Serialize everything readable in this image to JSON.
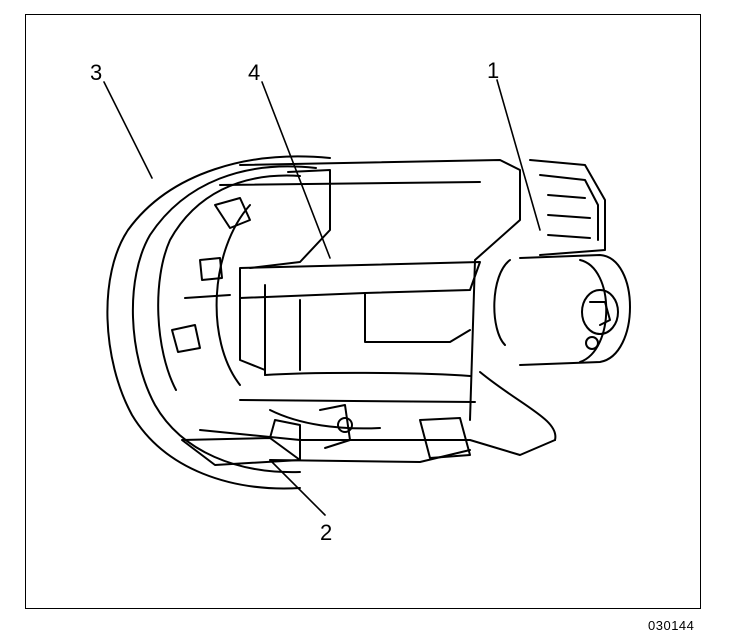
{
  "figure": {
    "code": "030144",
    "callouts": [
      {
        "id": "1",
        "label": "1"
      },
      {
        "id": "2",
        "label": "2"
      },
      {
        "id": "3",
        "label": "3"
      },
      {
        "id": "4",
        "label": "4"
      }
    ],
    "colors": {
      "line": "#000000",
      "background": "#ffffff"
    }
  }
}
